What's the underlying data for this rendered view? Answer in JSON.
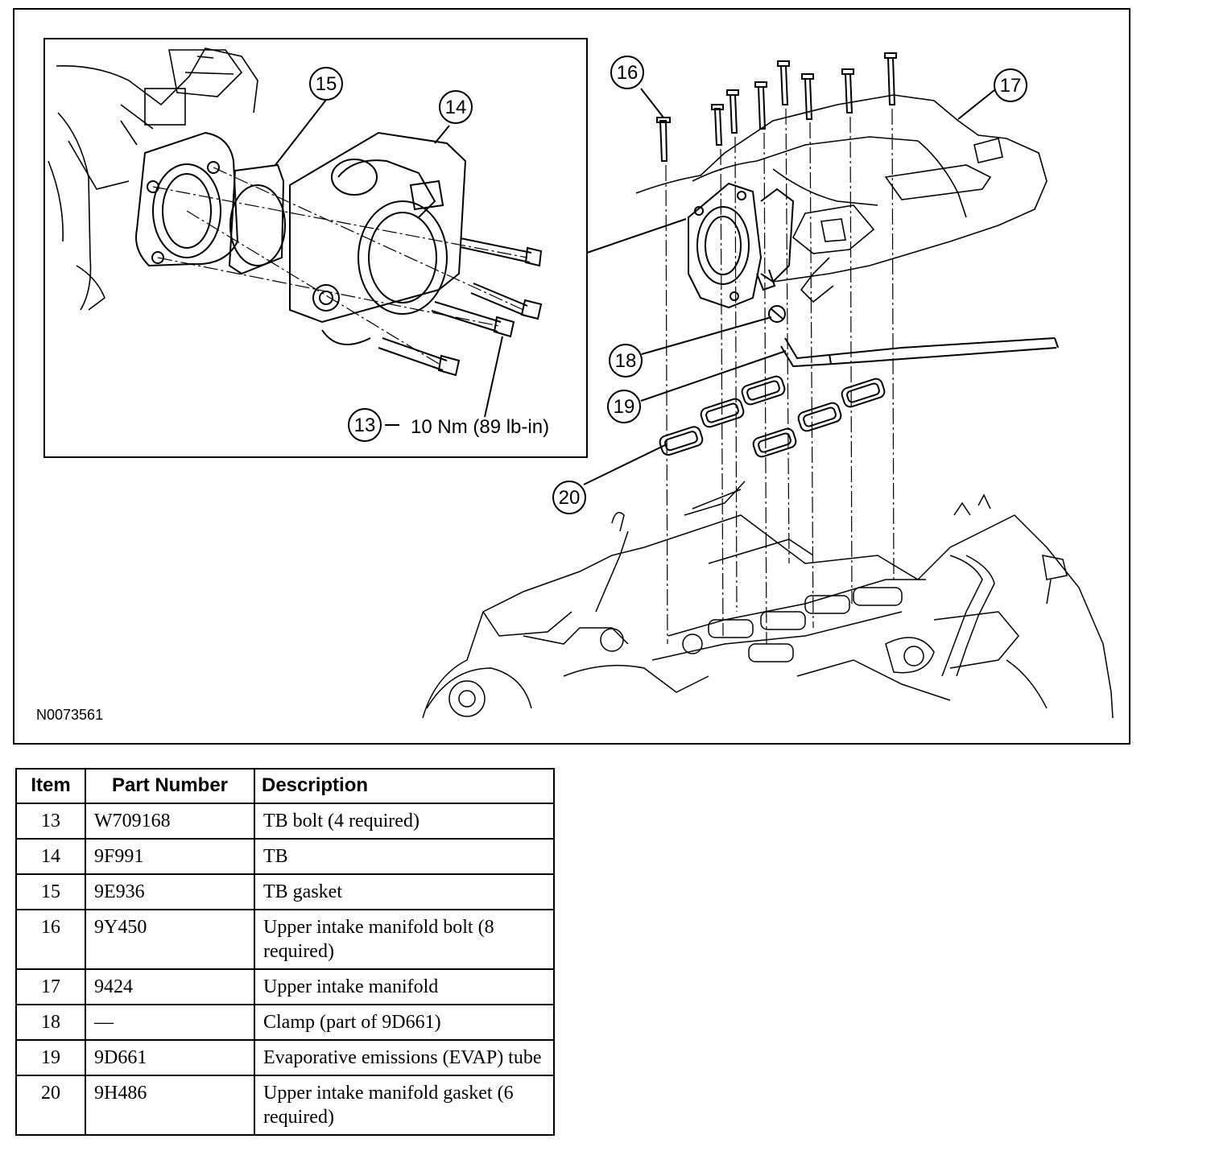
{
  "figure": {
    "id": "N0073561",
    "torque_label": "10 Nm (89 lb-in)",
    "callouts": [
      "13",
      "14",
      "15",
      "16",
      "17",
      "18",
      "19",
      "20"
    ]
  },
  "table": {
    "headers": {
      "item": "Item",
      "part_number": "Part Number",
      "description": "Description"
    },
    "rows": [
      {
        "item": "13",
        "part_number": "W709168",
        "description": "TB bolt (4 required)"
      },
      {
        "item": "14",
        "part_number": "9F991",
        "description": "TB"
      },
      {
        "item": "15",
        "part_number": "9E936",
        "description": "TB gasket"
      },
      {
        "item": "16",
        "part_number": "9Y450",
        "description": "Upper intake manifold bolt (8 required)"
      },
      {
        "item": "17",
        "part_number": "9424",
        "description": "Upper intake manifold"
      },
      {
        "item": "18",
        "part_number": "—",
        "description": "Clamp (part of 9D661)"
      },
      {
        "item": "19",
        "part_number": "9D661",
        "description": "Evaporative emissions (EVAP) tube"
      },
      {
        "item": "20",
        "part_number": "9H486",
        "description": "Upper intake manifold gasket (6 required)"
      }
    ]
  }
}
